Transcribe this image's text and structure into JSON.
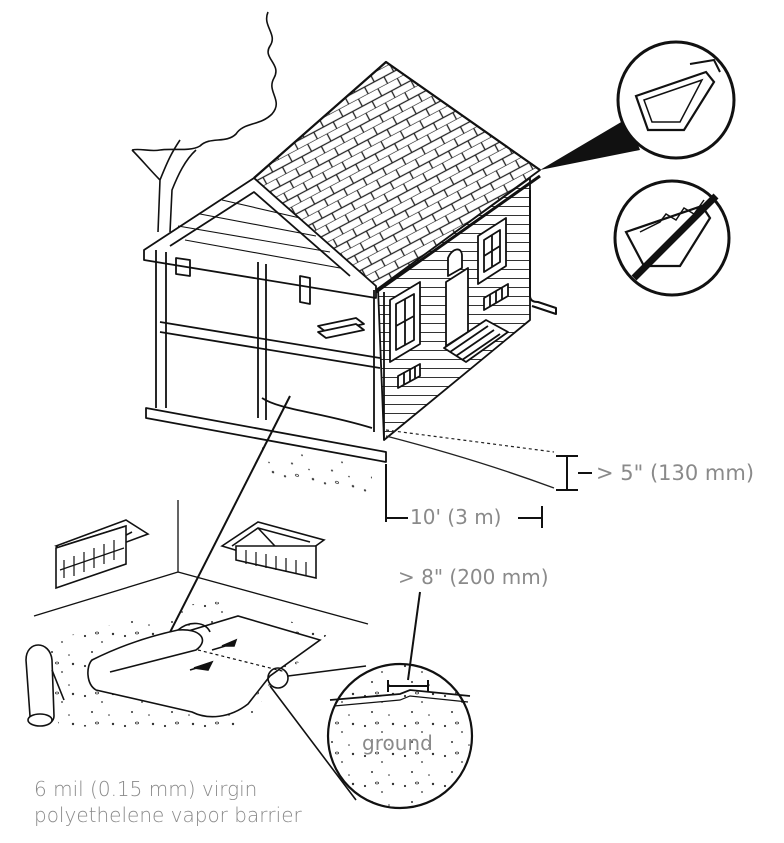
{
  "labels": {
    "clearance": "> 5\" (130 mm)",
    "distance": "10' (3 m)",
    "overlap": "> 8\" (200 mm)",
    "ground": "ground"
  },
  "caption": {
    "line1": "6 mil (0.15 mm) virgin",
    "line2": "polyethelene vapor barrier"
  },
  "icons": {
    "good_gutter": "clean-gutter-icon",
    "bad_gutter": "clogged-gutter-prohibited-icon"
  }
}
